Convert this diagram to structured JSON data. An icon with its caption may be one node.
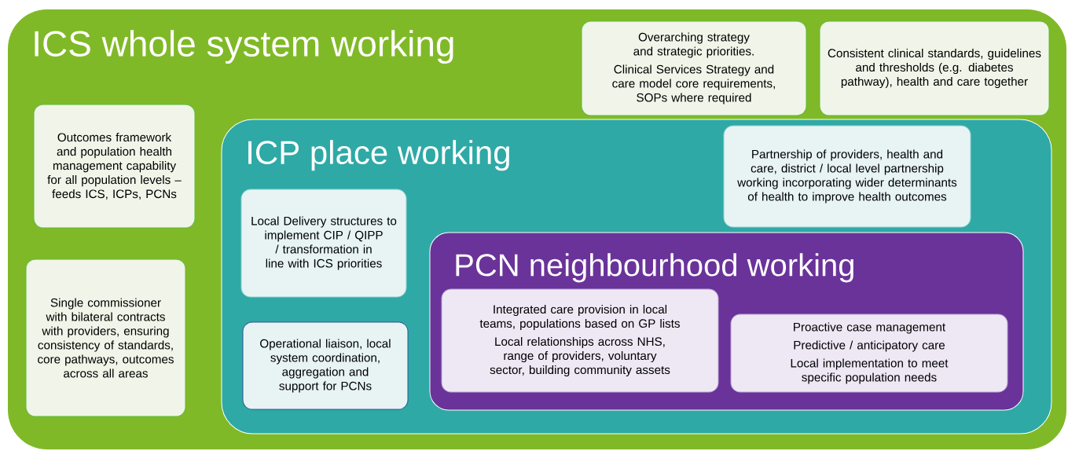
{
  "diagram": {
    "nodes": [
      {
        "text": [
          "ICS whole system working"
        ]
      },
      {
        "text": [
          "Overarching strategy and strategic priorities.",
          "Clinical Services Strategy and care model core requirements, SOPs where required"
        ],
        "in": 0
      },
      {
        "text": [
          "Consistent clinical standards, guidelines and thresholds (e.g. diabetes pathway), health and care together"
        ],
        "in": 0
      },
      {
        "text": [
          "Outcomes framework and population health management capability for all population levels – feeds ICS, ICPs, PCNs"
        ],
        "in": 0
      },
      {
        "text": [
          "Single commissioner with bilateral contracts with providers, ensuring consistency of standards, core pathways, outcomes across all areas"
        ],
        "in": 0
      },
      {
        "text": [
          "ICP place working"
        ],
        "in": 0
      },
      {
        "text": [
          "Partnership of providers, health and care, district / local level partnership working incorporating wider determinants of health to improve health outcomes"
        ],
        "in": 5
      },
      {
        "text": [
          "Local Delivery structures to implement CIP / QIPP / transformation in line with ICS priorities"
        ],
        "in": 5
      },
      {
        "text": [
          "Operational liaison, local system coordination, aggregation and support for PCNs"
        ],
        "in": 5
      },
      {
        "text": [
          "PCN neighbourhood working"
        ],
        "in": 5
      },
      {
        "text": [
          "Integrated care provision in local teams, populations based on GP lists",
          "Local relationships across NHS, range of providers, voluntary sector, building community assets"
        ],
        "in": 9
      },
      {
        "text": [
          "Proactive case management",
          "Predictive / anticipatory care",
          "Local implementation to meet specific population needs"
        ],
        "in": 9
      }
    ]
  }
}
